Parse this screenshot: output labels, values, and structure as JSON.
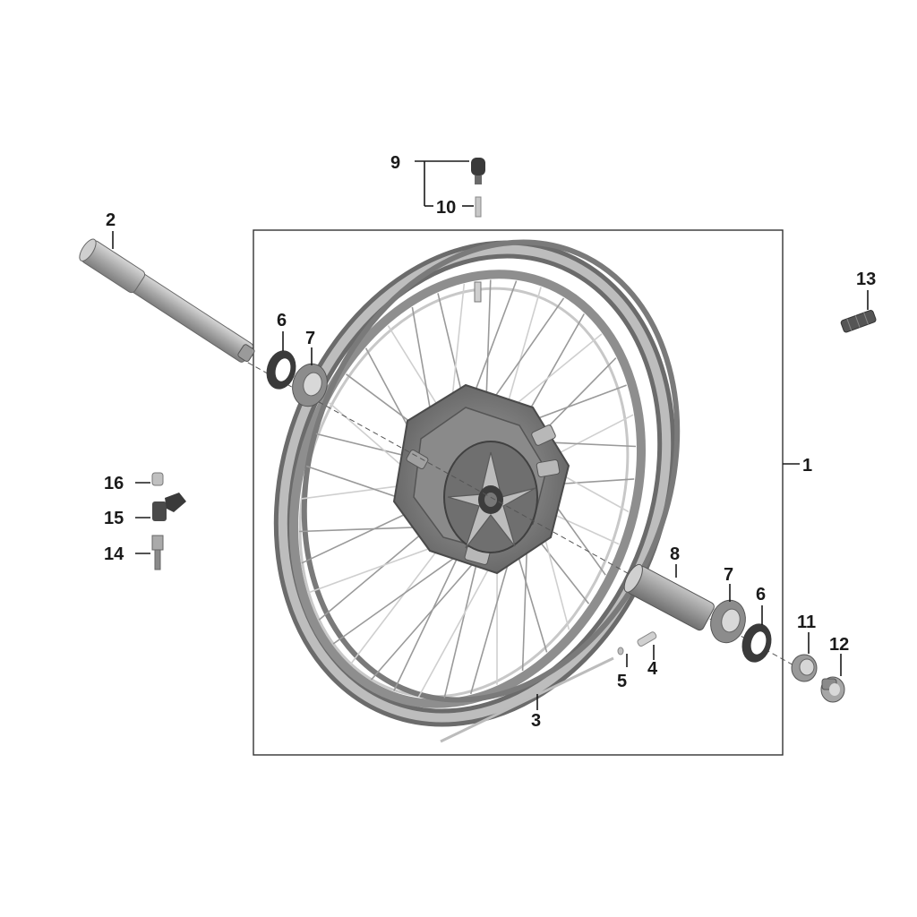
{
  "diagram": {
    "callouts": [
      {
        "id": "c1",
        "label": "1"
      },
      {
        "id": "c2",
        "label": "2"
      },
      {
        "id": "c3",
        "label": "3"
      },
      {
        "id": "c4",
        "label": "4"
      },
      {
        "id": "c5",
        "label": "5"
      },
      {
        "id": "c6a",
        "label": "6"
      },
      {
        "id": "c6b",
        "label": "6"
      },
      {
        "id": "c7a",
        "label": "7"
      },
      {
        "id": "c7b",
        "label": "7"
      },
      {
        "id": "c8",
        "label": "8"
      },
      {
        "id": "c9",
        "label": "9"
      },
      {
        "id": "c10",
        "label": "10"
      },
      {
        "id": "c11",
        "label": "11"
      },
      {
        "id": "c12",
        "label": "12"
      },
      {
        "id": "c13",
        "label": "13"
      },
      {
        "id": "c14",
        "label": "14"
      },
      {
        "id": "c15",
        "label": "15"
      },
      {
        "id": "c16",
        "label": "16"
      }
    ],
    "colors": {
      "rim": "#8e8e8e",
      "rim_light": "#bdbdbd",
      "rim_dark": "#6b6b6b",
      "hub": "#7a7a7a",
      "spoke": "#9a9a9a",
      "seal": "#3a3a3a",
      "line": "#1a1a1a"
    }
  }
}
